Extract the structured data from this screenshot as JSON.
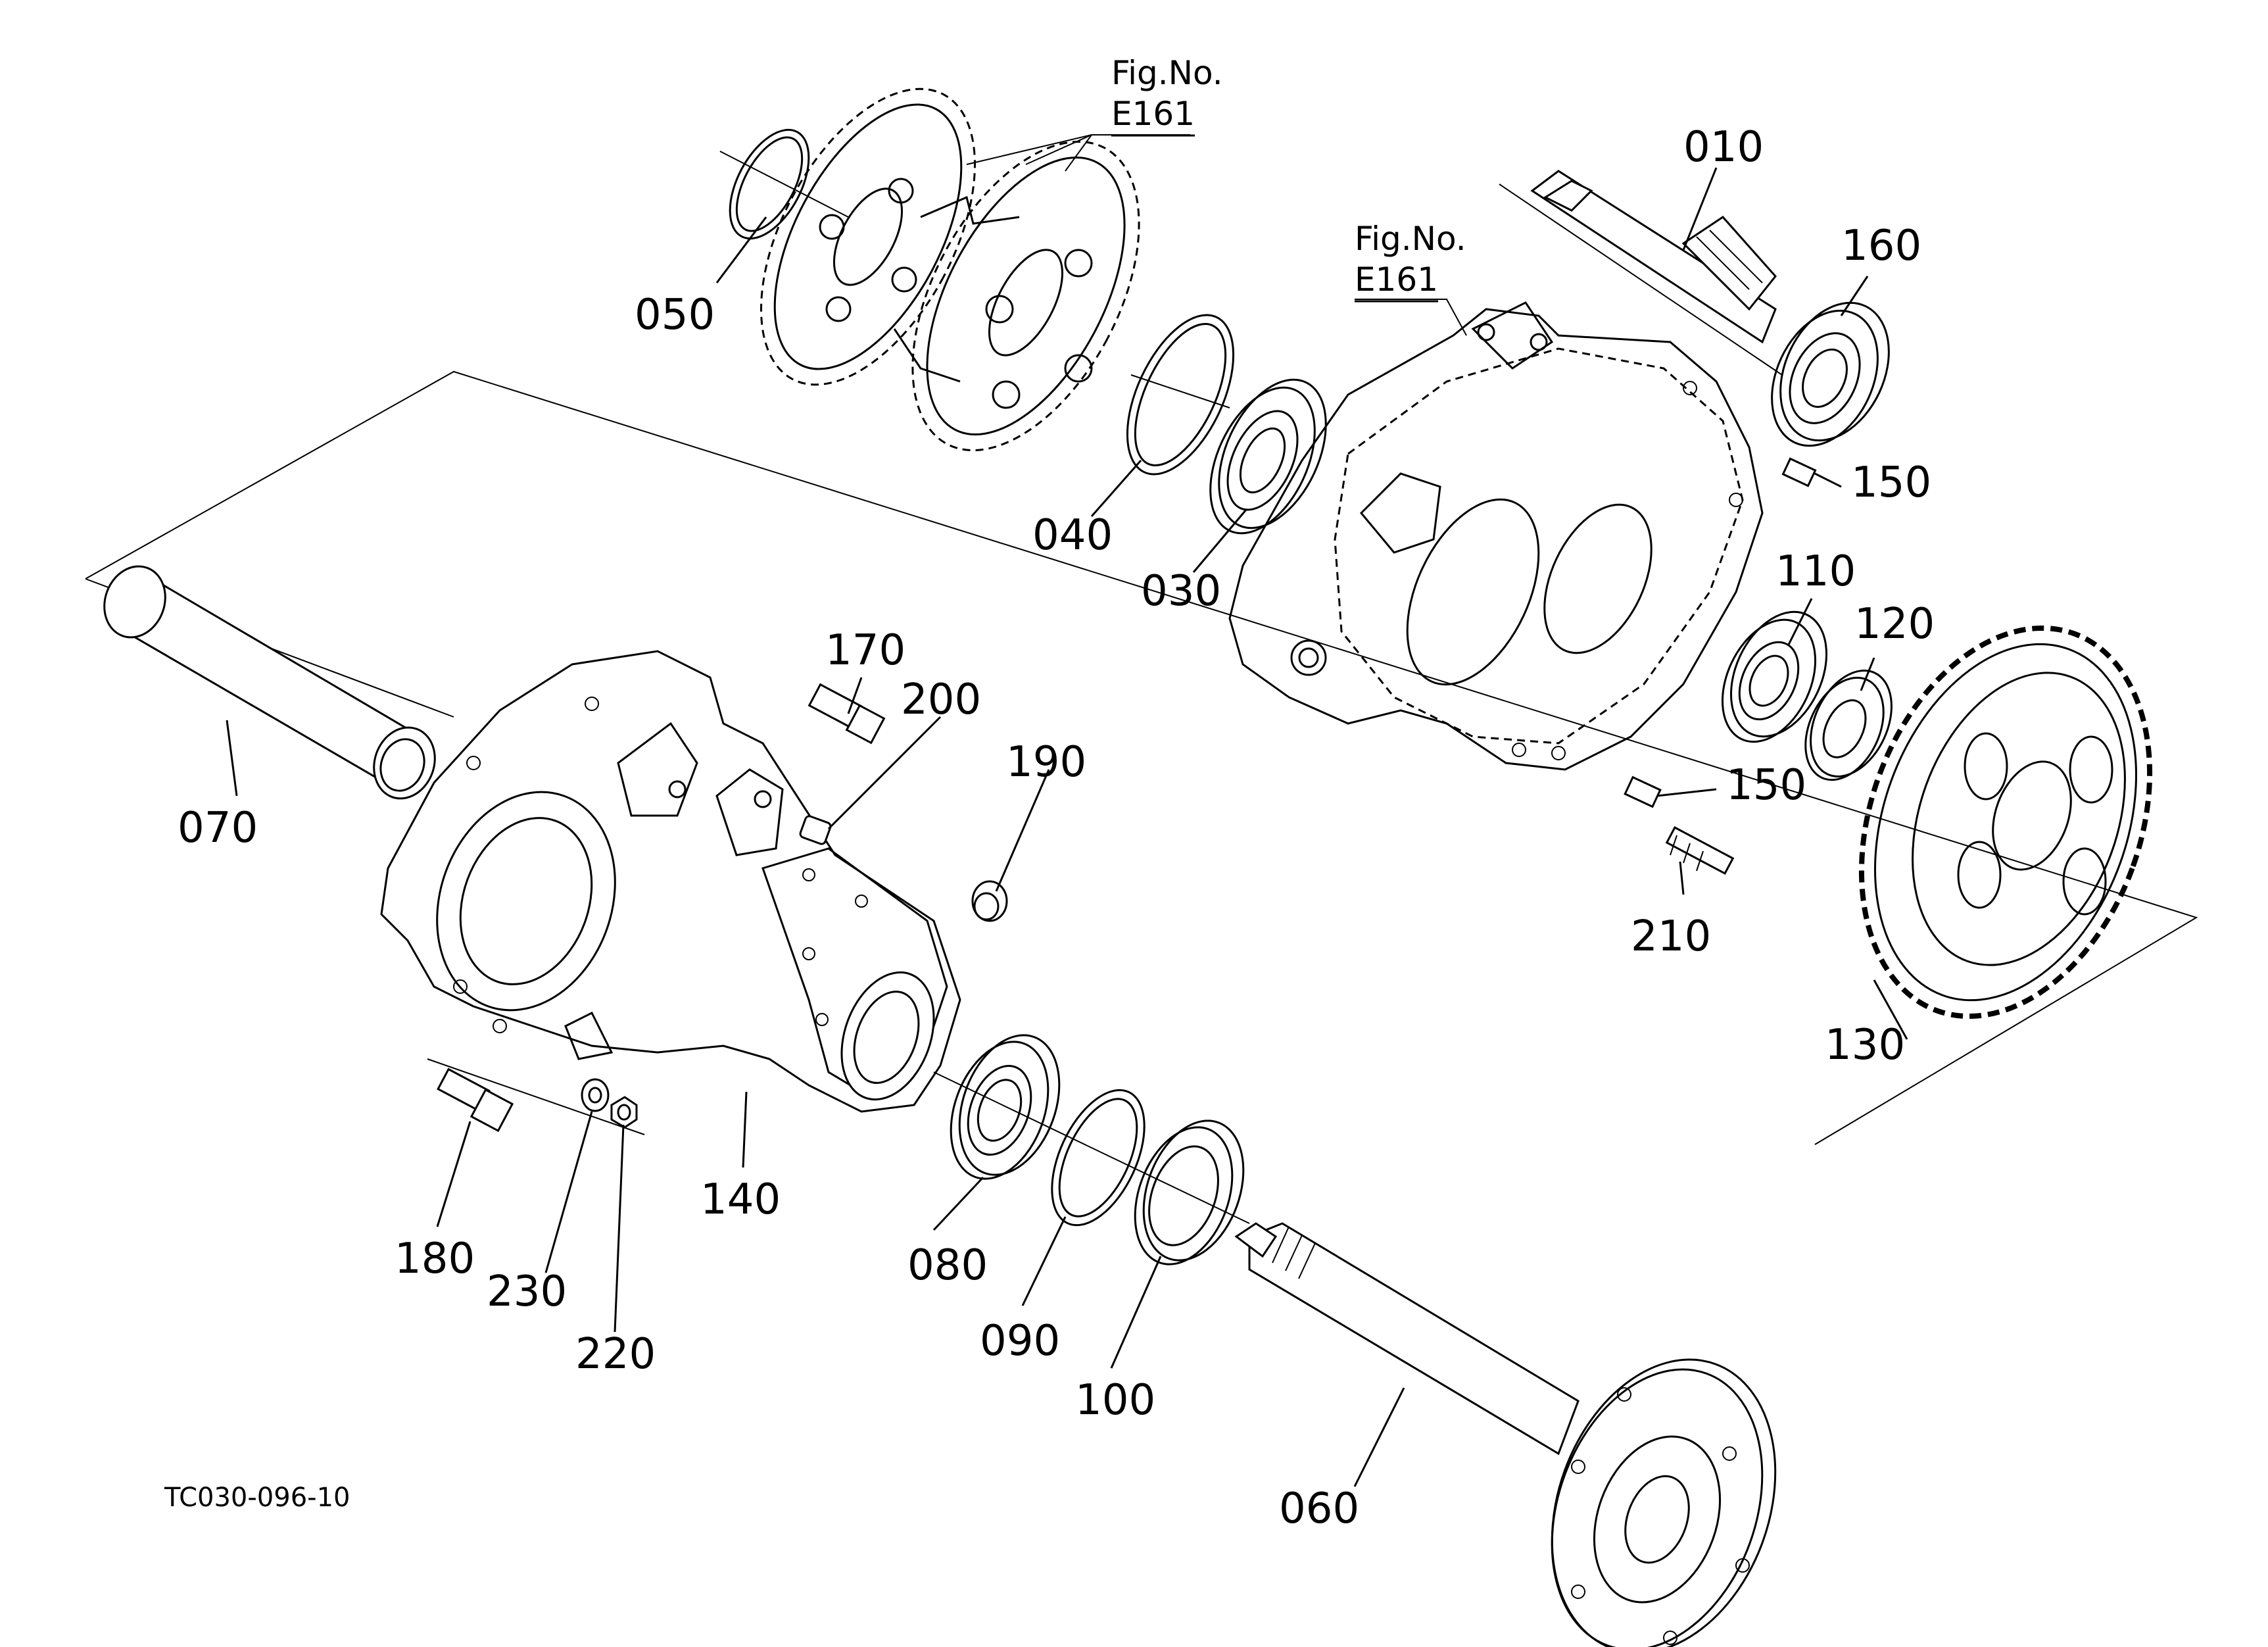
{
  "figure_refs": [
    {
      "line1": "Fig.No.",
      "line2": "E161"
    },
    {
      "line1": "Fig.No.",
      "line2": "E161"
    }
  ],
  "part_labels": {
    "p010": "010",
    "p030": "030",
    "p040": "040",
    "p050": "050",
    "p060": "060",
    "p070": "070",
    "p080": "080",
    "p090": "090",
    "p100": "100",
    "p110": "110",
    "p120": "120",
    "p130": "130",
    "p140": "140",
    "p150a": "150",
    "p150b": "150",
    "p160": "160",
    "p170": "170",
    "p180": "180",
    "p190": "190",
    "p200": "200",
    "p210": "210",
    "p220": "220",
    "p230": "230"
  },
  "drawing_code": "TC030-096-10",
  "colors": {
    "line": "#000000",
    "background": "#ffffff"
  }
}
